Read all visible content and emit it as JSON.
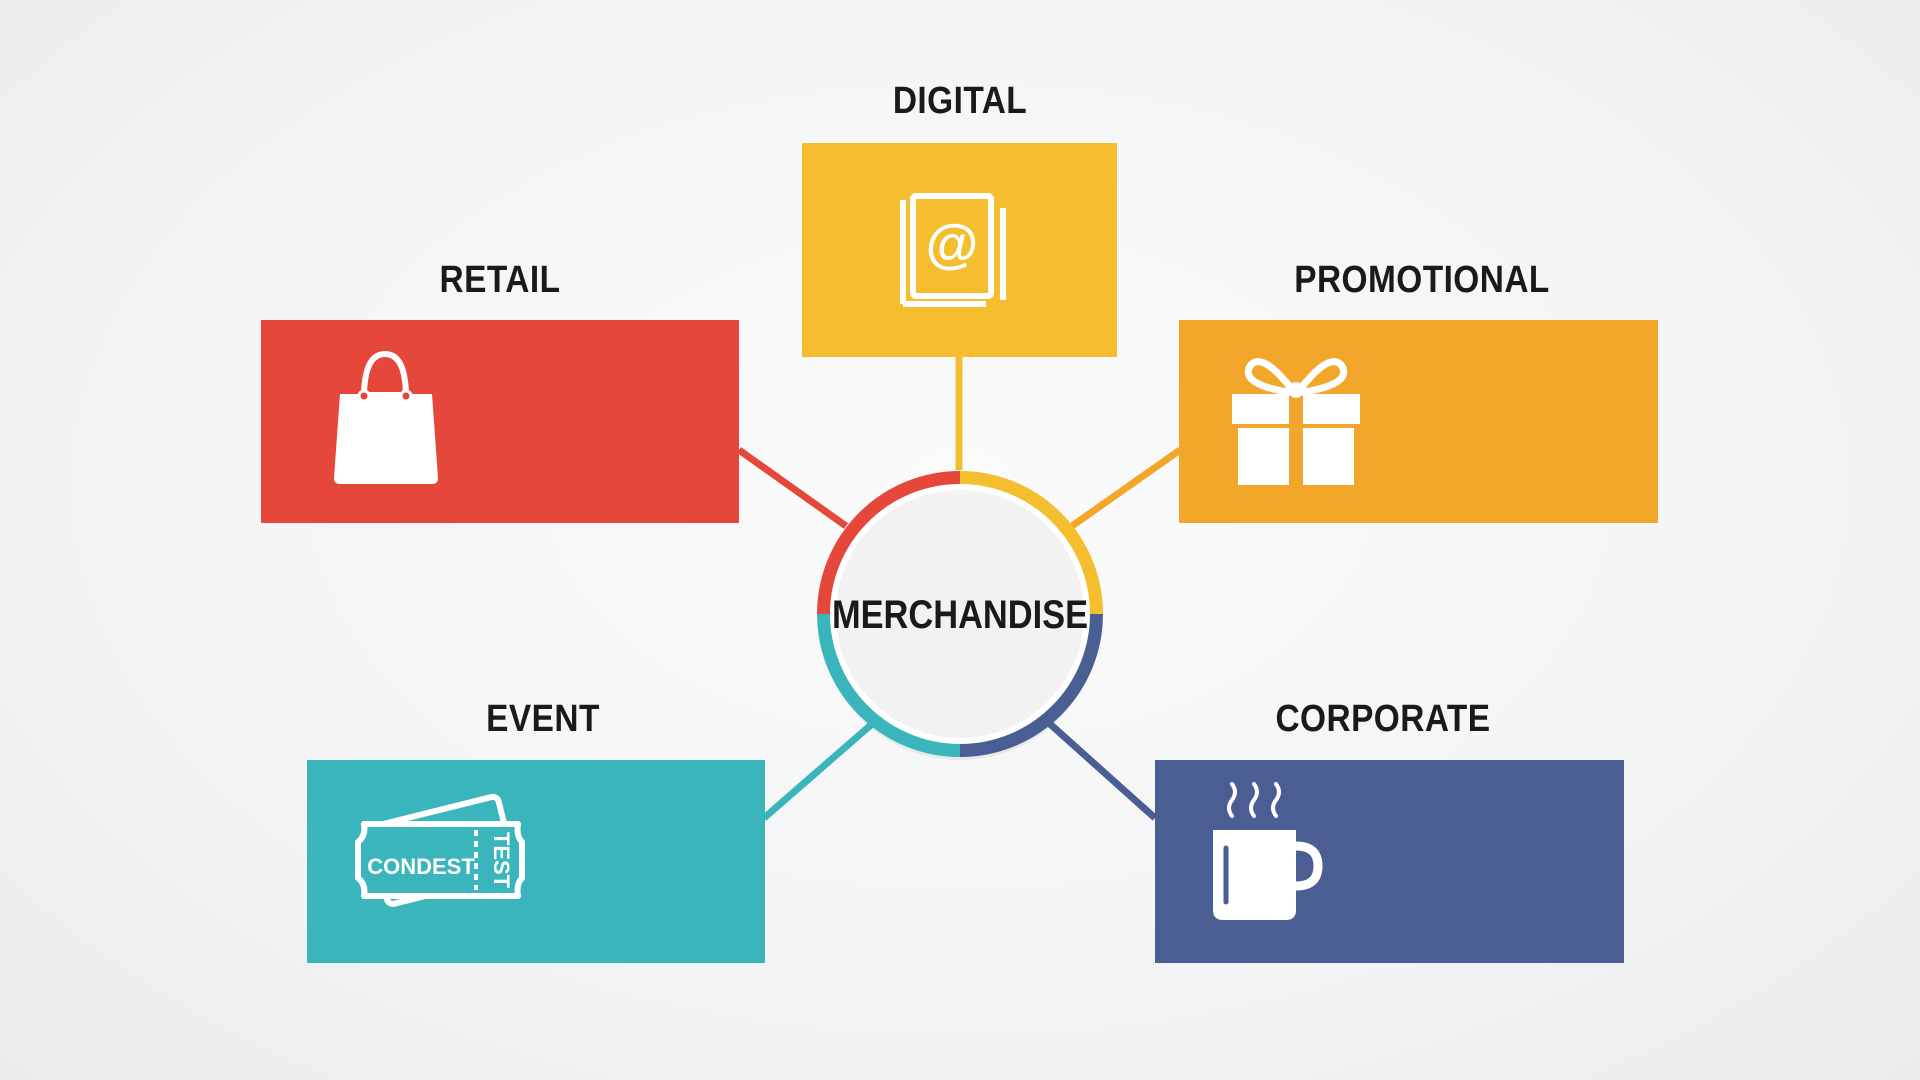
{
  "hub": {
    "label": "MERCHANDISE"
  },
  "categories": {
    "digital": {
      "label": "DIGITAL",
      "color": "#F5BE2E",
      "icon": "email-book-icon"
    },
    "retail": {
      "label": "RETAIL",
      "color": "#E5473A",
      "icon": "shopping-bag-icon"
    },
    "promotional": {
      "label": "PROMOTIONAL",
      "color": "#F2A72B",
      "icon": "gift-box-icon"
    },
    "event": {
      "label": "EVENT",
      "color": "#3AB5BB",
      "icon": "ticket-icon",
      "ticket_text": "CONDEST",
      "ticket_stub": "TEST"
    },
    "corporate": {
      "label": "CORPORATE",
      "color": "#4A5E93",
      "icon": "coffee-mug-icon"
    }
  }
}
